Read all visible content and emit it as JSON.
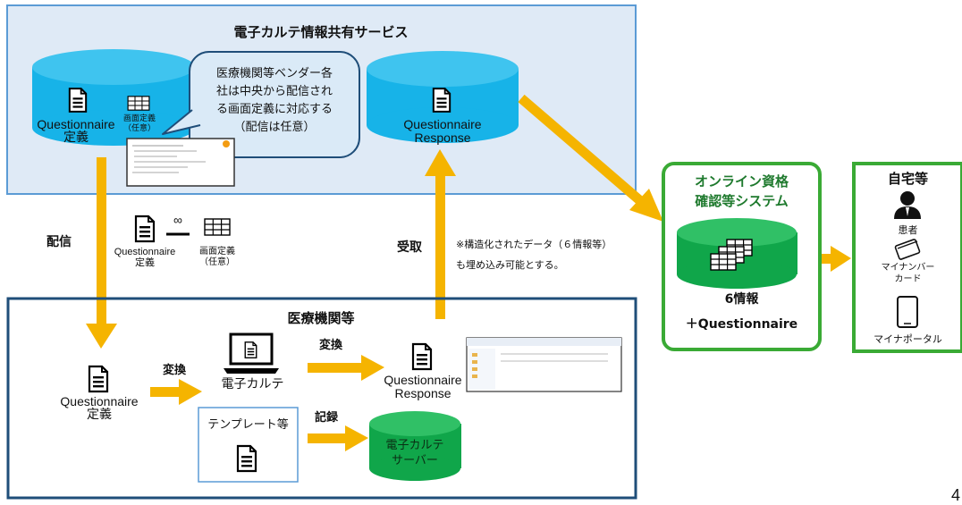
{
  "colors": {
    "top_panel_fill": "#dfeaf6",
    "top_panel_border": "#5b9bd5",
    "db_blue": "#17b3e8",
    "db_green": "#10a64a",
    "arrow": "#f5b400",
    "green_border": "#3aaa35",
    "bottom_border": "#1f4e79",
    "bubble_fill": "#daeaf7",
    "bubble_border": "#1f4e79"
  },
  "top_panel": {
    "title": "電子カルテ情報共有サービス",
    "db_left": {
      "file_label_1": "Questionnaire",
      "file_label_2": "定義",
      "grid_label_1": "画面定義",
      "grid_label_2": "（任意）"
    },
    "bubble_text": [
      "医療機関等ベンダー各",
      "社は中央から配信され",
      "る画面定義に対応する",
      "（配信は任意）"
    ],
    "db_right": {
      "label_1": "Questionnaire",
      "label_2": "Response"
    }
  },
  "middle": {
    "distribute_label": "配信",
    "receive_label": "受取",
    "file_label_1": "Questionnaire",
    "file_label_2": "定義",
    "infinity_symbol": "∞",
    "grid_label_1": "画面定義",
    "grid_label_2": "（任意）",
    "note_line_1": "※構造化されたデータ（６情報等）",
    "note_line_2": "も埋め込み可能とする。"
  },
  "bottom_panel": {
    "title": "医療機関等",
    "file_label_1": "Questionnaire",
    "file_label_2": "定義",
    "convert_label_1": "変換",
    "emr_label": "電子カルテ",
    "convert_label_2": "変換",
    "response_label_1": "Questionnaire",
    "response_label_2": "Response",
    "template_label": "テンプレート等",
    "record_label": "記録",
    "emr_server_line_1": "電子カルテ",
    "emr_server_line_2": "サーバー"
  },
  "online_system": {
    "title_line_1": "オンライン資格",
    "title_line_2": "確認等システム",
    "label_1": "6情報",
    "label_2": "＋Questionnaire"
  },
  "home": {
    "title": "自宅等",
    "patient_label": "患者",
    "card_label_1": "マイナンバー",
    "card_label_2": "カード",
    "portal_label": "マイナポータル"
  },
  "page_number": "4"
}
